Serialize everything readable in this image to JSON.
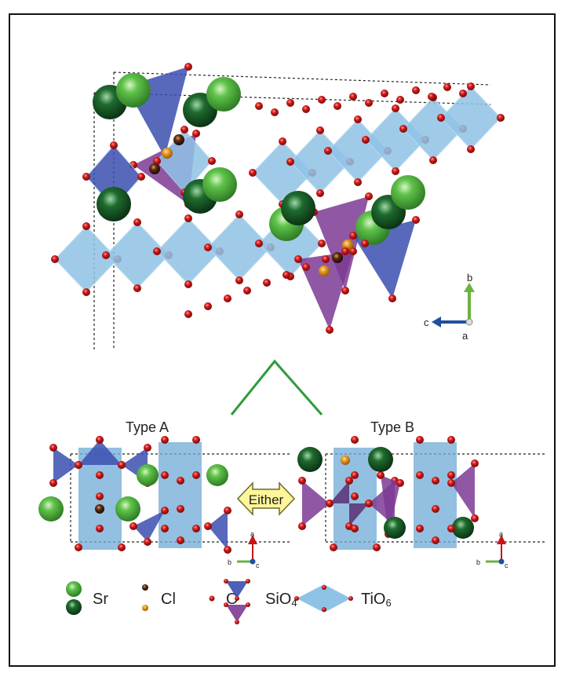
{
  "top_axes": {
    "b": "b",
    "c": "c",
    "a": "a"
  },
  "panels": {
    "type_a": {
      "title": "Type A",
      "axes": {
        "a": "a",
        "b": "b",
        "c": "c"
      }
    },
    "type_b": {
      "title": "Type B",
      "axes": {
        "a": "a",
        "b": "b",
        "c": "c"
      }
    },
    "either_label": "Either"
  },
  "legend": {
    "sr": "Sr",
    "cl": "Cl",
    "o": "O",
    "sio4": "SiO",
    "sio4_sub": "4",
    "tio6": "TiO",
    "tio6_sub": "6"
  },
  "colors": {
    "sr_light": "#5fc24a",
    "sr_dark": "#1f6b2e",
    "cl_dark": "#5a2a10",
    "cl_light": "#e79a22",
    "oxygen": "#c8151b",
    "sio4_blue": "#3b4fb0",
    "sio4_purple": "#7d3b94",
    "tio6": "#8fc3e6",
    "green_line": "#2e9a3c"
  }
}
